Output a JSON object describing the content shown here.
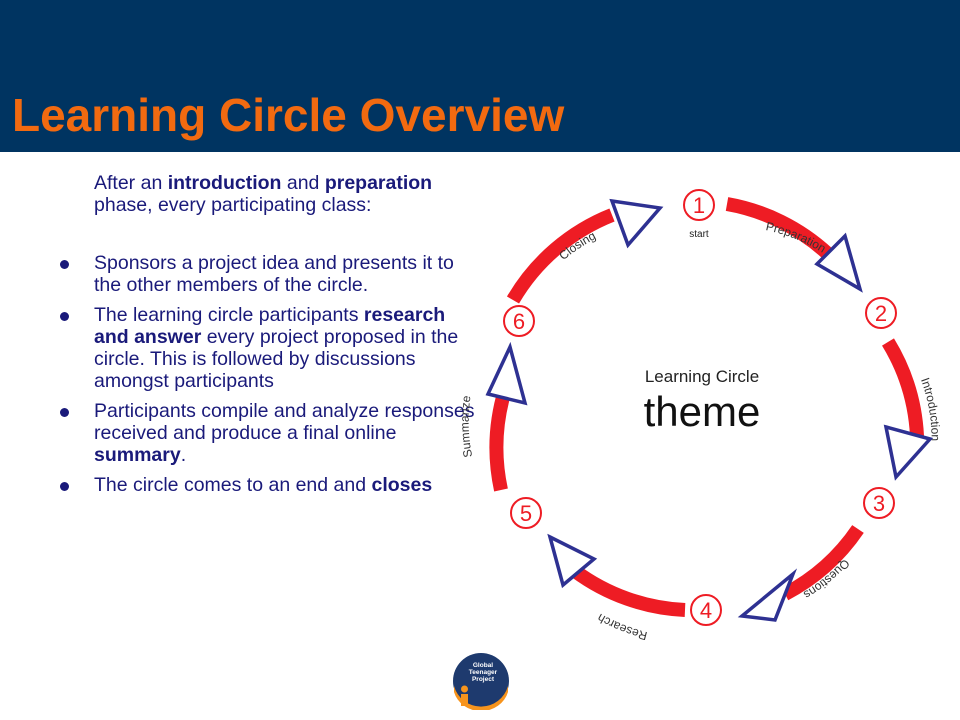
{
  "slide": {
    "title": "Learning Circle Overview",
    "intro": {
      "t1": "After an ",
      "b1": "introduction",
      "t2": " and ",
      "b2": "preparation",
      "t3": " phase, every participating class:"
    },
    "bullets": [
      {
        "t1": "Sponsors a project idea and presents it to the other members of the circle."
      },
      {
        "t1": "The learning circle participants ",
        "b1": "research and answer",
        "t2": " every project proposed in the circle. This is followed by discussions amongst participants"
      },
      {
        "t1": "Participants compile and analyze responses received and produce a final online ",
        "b1": "summary",
        "t2": "."
      },
      {
        "t1": "The circle comes to an end and ",
        "b1": "closes"
      }
    ]
  },
  "diagram": {
    "center_label": "Learning Circle",
    "center_theme": "theme",
    "nodes": [
      "1",
      "2",
      "3",
      "4",
      "5",
      "6"
    ],
    "start_label": "start",
    "phases": [
      "Preparation",
      "Introduction",
      "Questions",
      "Research",
      "Summarize",
      "Closing"
    ],
    "colors": {
      "arc": "#ee1c24",
      "arrow": "#2e3192",
      "node": "#ee1c24"
    }
  },
  "logo": {
    "line1": "Global",
    "line2": "Teenager",
    "line3": "Project"
  },
  "colors": {
    "header": "#003461",
    "title": "#f26a10",
    "text": "#1a1a7a"
  }
}
